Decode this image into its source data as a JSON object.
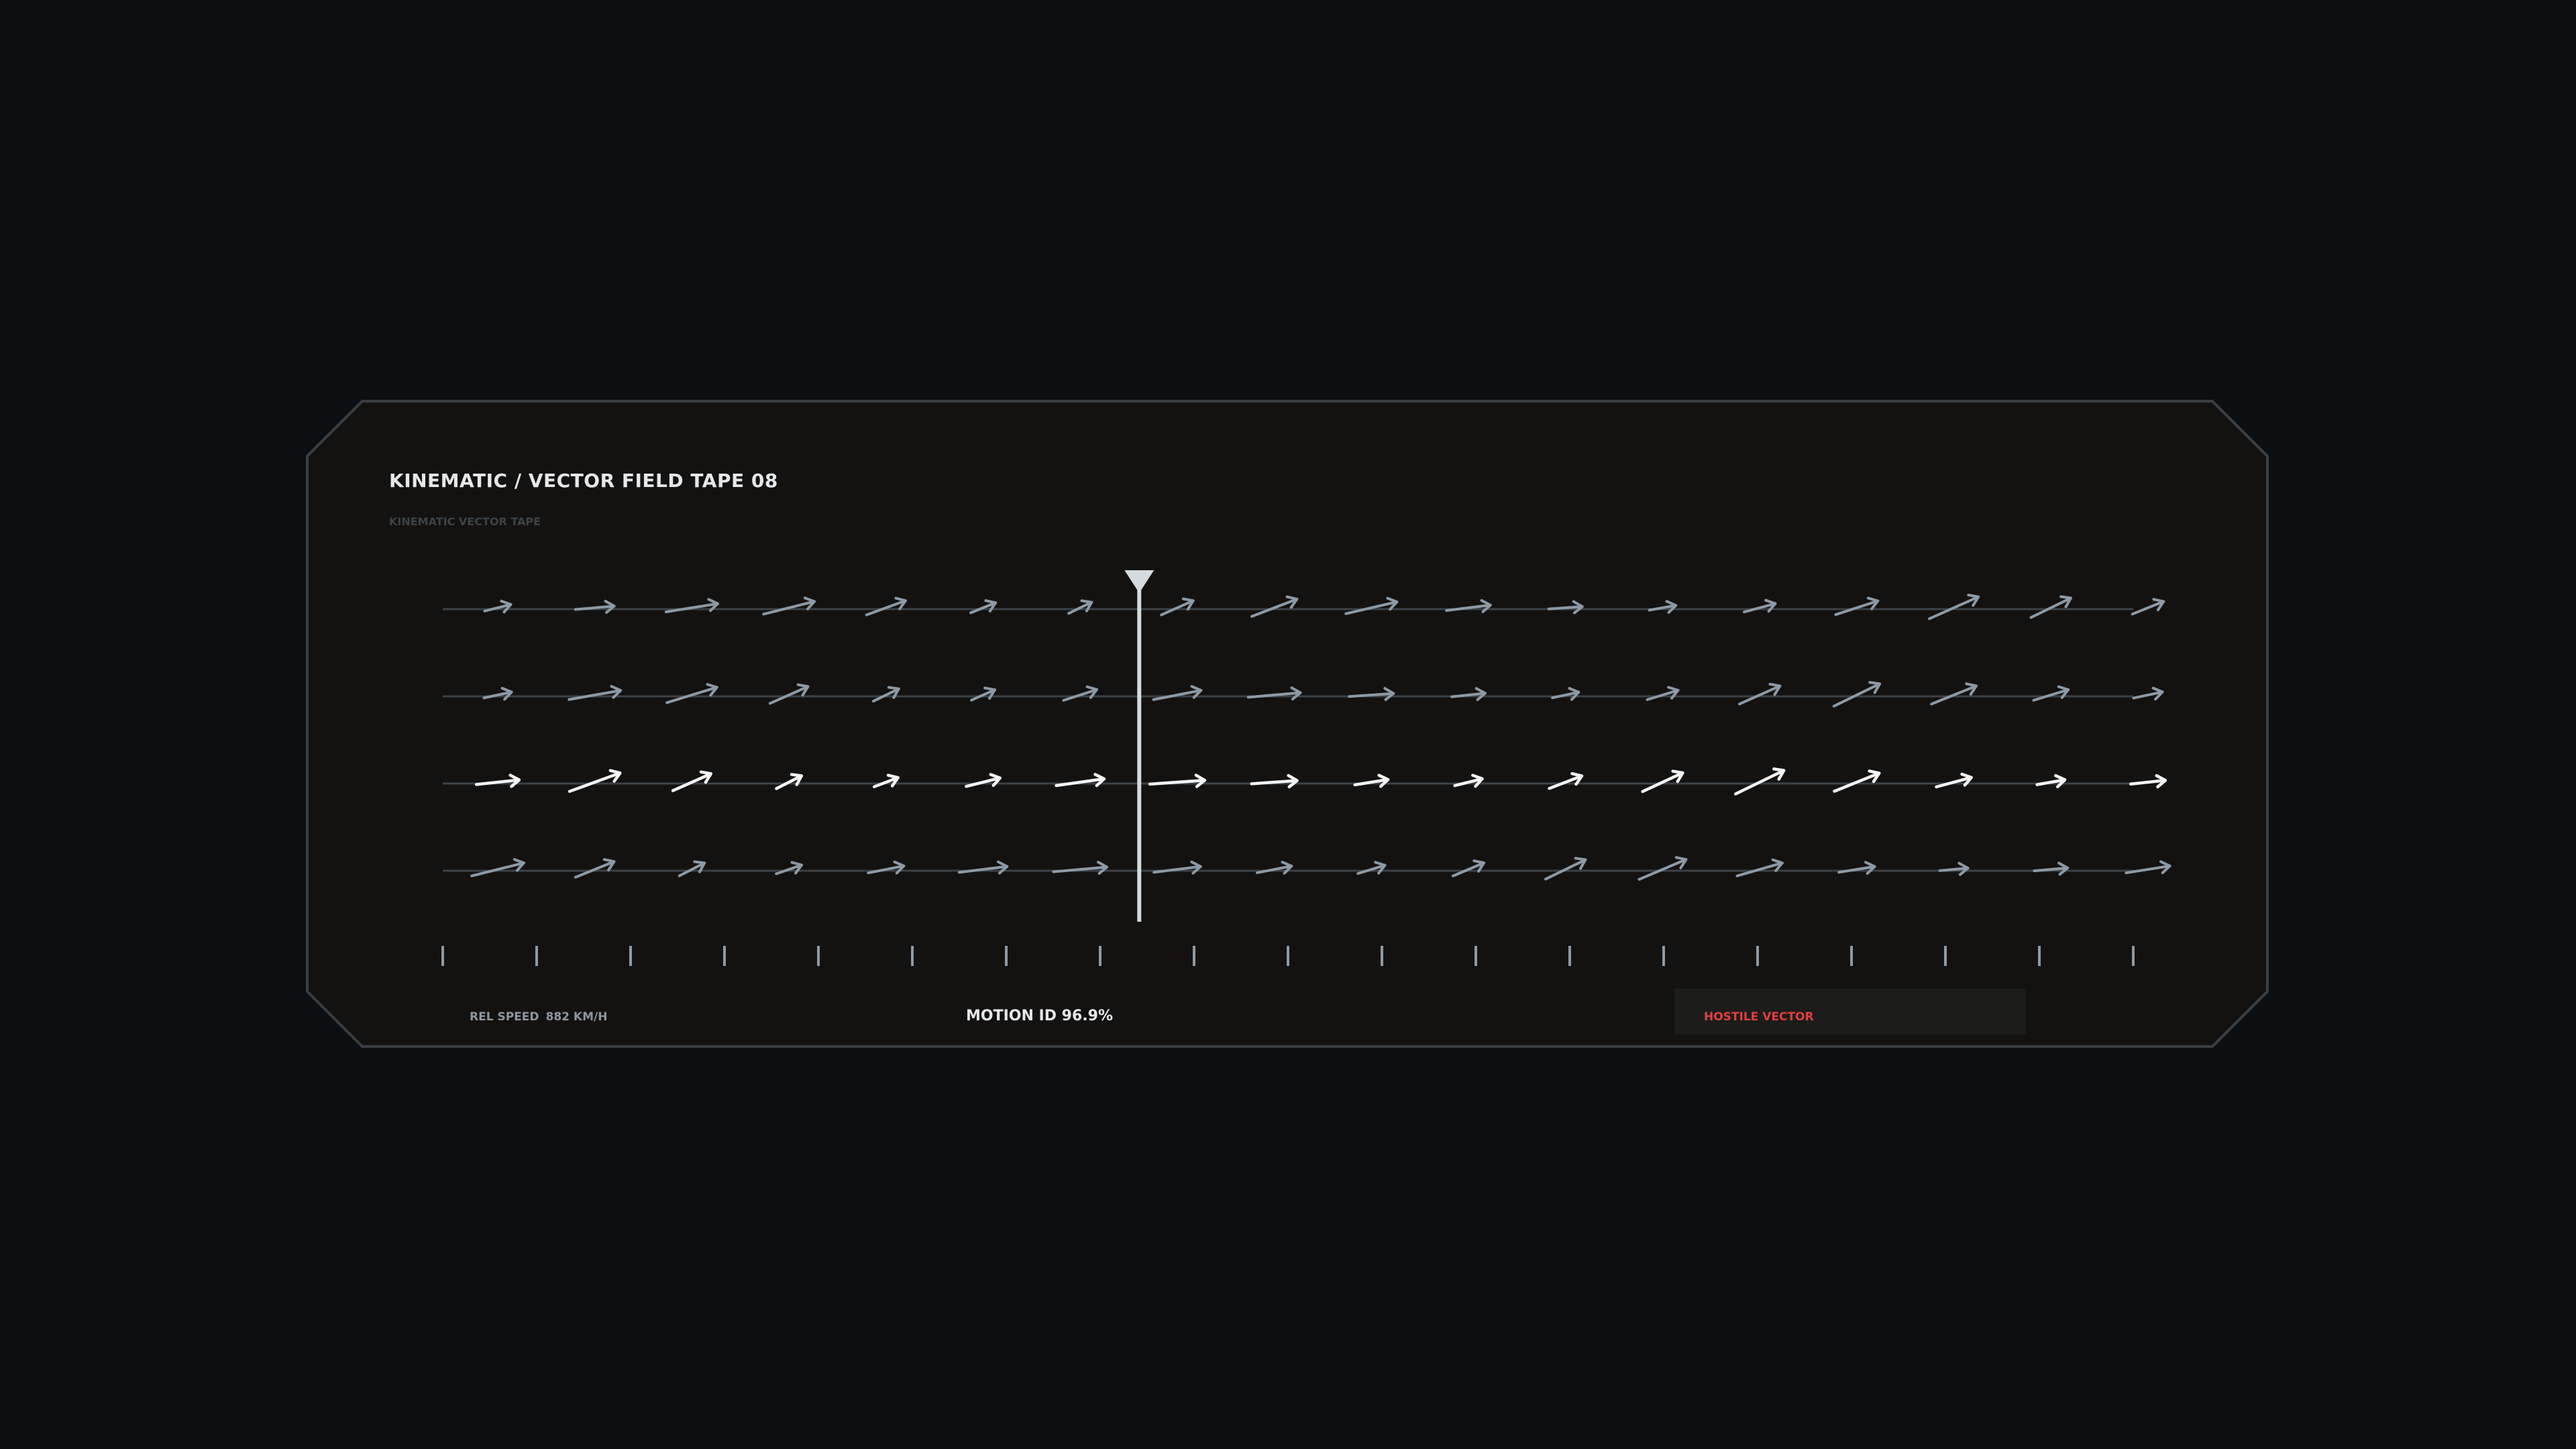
{
  "panel": {
    "title": "KINEMATIC / VECTOR FIELD TAPE 08",
    "subtitle": "KINEMATIC VECTOR TAPE"
  },
  "status": {
    "rel_speed_label": "REL SPEED",
    "rel_speed_value": "882 KM/H",
    "motion_id": "MOTION ID 96.9%",
    "hostile_label": "HOSTILE VECTOR"
  },
  "colors": {
    "background": "#0b0f12",
    "panel_fill": "#141210",
    "panel_border": "#3a3f44",
    "vector_default": "#8d9aa6",
    "vector_highlight": "#f2f4f5",
    "baseline": "#3c4247",
    "scrubber": "#d4dadd",
    "hostile": "#e0403e"
  },
  "tape": {
    "tick_count": 19,
    "scrubber_position": 0.412,
    "highlight_row": 2,
    "rows": [
      {
        "vectors": [
          {
            "length": 40,
            "angle": 14
          },
          {
            "length": 58,
            "angle": 5
          },
          {
            "length": 78,
            "angle": 9
          },
          {
            "length": 78,
            "angle": 14
          },
          {
            "length": 62,
            "angle": 20
          },
          {
            "length": 40,
            "angle": 22
          },
          {
            "length": 38,
            "angle": 26
          },
          {
            "length": 52,
            "angle": 24
          },
          {
            "length": 72,
            "angle": 21
          },
          {
            "length": 78,
            "angle": 13
          },
          {
            "length": 66,
            "angle": 7
          },
          {
            "length": 50,
            "angle": 4
          },
          {
            "length": 40,
            "angle": 10
          },
          {
            "length": 48,
            "angle": 15
          },
          {
            "length": 66,
            "angle": 18
          },
          {
            "length": 80,
            "angle": 24
          },
          {
            "length": 66,
            "angle": 26
          },
          {
            "length": 50,
            "angle": 22
          }
        ]
      },
      {
        "vectors": [
          {
            "length": 42,
            "angle": 12
          },
          {
            "length": 78,
            "angle": 10
          },
          {
            "length": 78,
            "angle": 17
          },
          {
            "length": 62,
            "angle": 24
          },
          {
            "length": 42,
            "angle": 26
          },
          {
            "length": 38,
            "angle": 24
          },
          {
            "length": 52,
            "angle": 18
          },
          {
            "length": 72,
            "angle": 11
          },
          {
            "length": 78,
            "angle": 5
          },
          {
            "length": 66,
            "angle": 4
          },
          {
            "length": 50,
            "angle": 6
          },
          {
            "length": 40,
            "angle": 12
          },
          {
            "length": 48,
            "angle": 17
          },
          {
            "length": 66,
            "angle": 24
          },
          {
            "length": 76,
            "angle": 26
          },
          {
            "length": 72,
            "angle": 22
          },
          {
            "length": 54,
            "angle": 17
          },
          {
            "length": 44,
            "angle": 12
          }
        ]
      },
      {
        "vectors": [
          {
            "length": 64,
            "angle": 6
          },
          {
            "length": 80,
            "angle": 20
          },
          {
            "length": 62,
            "angle": 24
          },
          {
            "length": 42,
            "angle": 27
          },
          {
            "length": 38,
            "angle": 21
          },
          {
            "length": 52,
            "angle": 14
          },
          {
            "length": 72,
            "angle": 8
          },
          {
            "length": 82,
            "angle": 4
          },
          {
            "length": 68,
            "angle": 4
          },
          {
            "length": 50,
            "angle": 9
          },
          {
            "length": 42,
            "angle": 14
          },
          {
            "length": 52,
            "angle": 21
          },
          {
            "length": 66,
            "angle": 25
          },
          {
            "length": 80,
            "angle": 26
          },
          {
            "length": 72,
            "angle": 22
          },
          {
            "length": 54,
            "angle": 15
          },
          {
            "length": 42,
            "angle": 10
          },
          {
            "length": 52,
            "angle": 6
          }
        ]
      },
      {
        "vectors": [
          {
            "length": 80,
            "angle": 14
          },
          {
            "length": 62,
            "angle": 22
          },
          {
            "length": 42,
            "angle": 27
          },
          {
            "length": 40,
            "angle": 19
          },
          {
            "length": 54,
            "angle": 11
          },
          {
            "length": 72,
            "angle": 7
          },
          {
            "length": 80,
            "angle": 5
          },
          {
            "length": 70,
            "angle": 7
          },
          {
            "length": 52,
            "angle": 11
          },
          {
            "length": 42,
            "angle": 17
          },
          {
            "length": 50,
            "angle": 23
          },
          {
            "length": 66,
            "angle": 26
          },
          {
            "length": 76,
            "angle": 23
          },
          {
            "length": 70,
            "angle": 16
          },
          {
            "length": 54,
            "angle": 9
          },
          {
            "length": 42,
            "angle": 5
          },
          {
            "length": 50,
            "angle": 5
          },
          {
            "length": 66,
            "angle": 9
          }
        ]
      }
    ]
  }
}
